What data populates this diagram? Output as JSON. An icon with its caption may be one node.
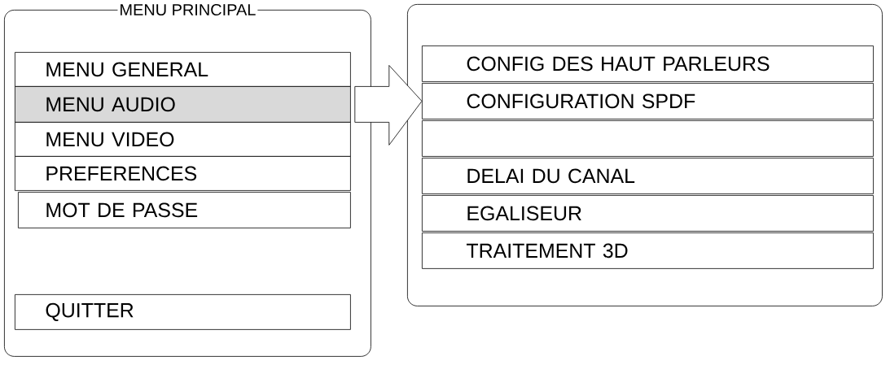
{
  "diagram": {
    "nodes": [
      {
        "text": [
          "MENU PRINCIPAL"
        ]
      },
      {
        "text": [
          "MENU GENERAL"
        ],
        "in": 0
      },
      {
        "text": [
          "MENU AUDIO"
        ],
        "in": 0
      },
      {
        "text": [
          "MENU VIDEO"
        ],
        "in": 0
      },
      {
        "text": [
          "PREFERENCES"
        ],
        "in": 0
      },
      {
        "text": [
          "MOT DE PASSE"
        ],
        "in": 0
      },
      {
        "text": [
          "QUITTER"
        ],
        "in": 0
      },
      {
        "text": [],
        "shape": "box"
      },
      {
        "text": [
          "CONFIG DES HAUT PARLEURS"
        ],
        "in": 7
      },
      {
        "text": [
          "CONFIGURATION SPDF"
        ],
        "in": 7
      },
      {
        "text": [],
        "shape": "box",
        "in": 7
      },
      {
        "text": [
          "DELAI DU CANAL"
        ],
        "in": 7
      },
      {
        "text": [
          "EGALISEUR"
        ],
        "in": 7
      },
      {
        "text": [
          "TRAITEMENT 3D"
        ],
        "in": 7
      }
    ],
    "edges": [
      {
        "from": 2,
        "to": 9,
        "arrow": "to"
      }
    ]
  }
}
